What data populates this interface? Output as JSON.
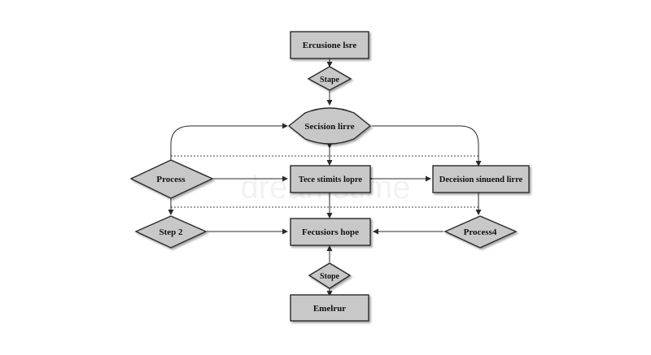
{
  "watermark": "dreamstime",
  "colors": {
    "shape_fill": "#c8c8c8",
    "stroke": "#2a2a2a",
    "background": "#ffffff"
  },
  "nodes": {
    "top_box": "Ercusione lsre",
    "stape_top": "Stape",
    "decision_center": "Secision lirre",
    "process_left": "Process",
    "center_box": "Tece stimits lopre",
    "right_box": "Deceision sinuend lirre",
    "step2": "Step 2",
    "lower_center": "Fecusiors hope",
    "process4": "Process4",
    "stape_bottom": "Stope",
    "bottom_box": "Emelrur"
  }
}
